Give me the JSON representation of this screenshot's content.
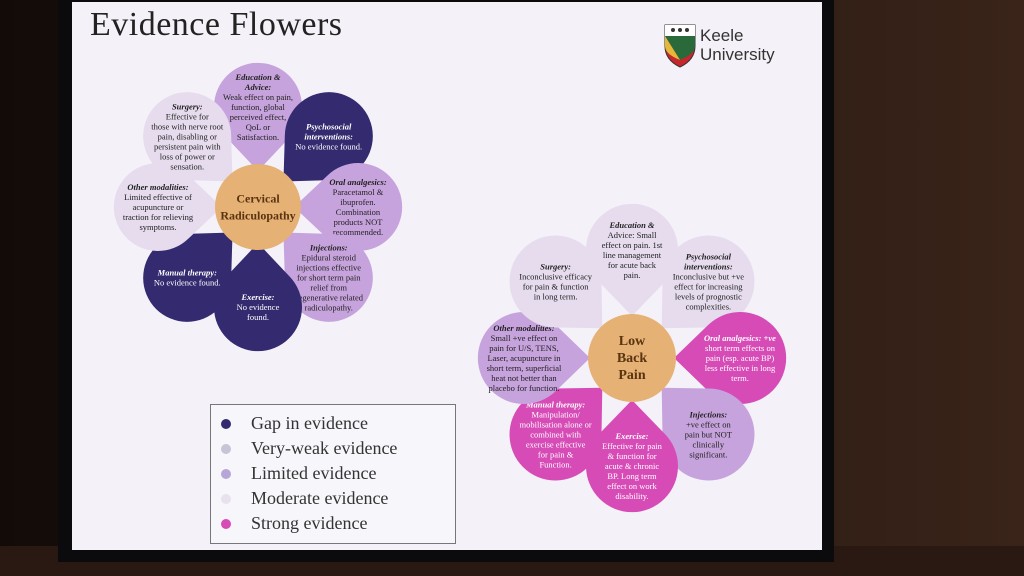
{
  "slide": {
    "title": "Evidence Flowers",
    "university": [
      "Keele",
      "University"
    ]
  },
  "colors": {
    "gap": "#332a6f",
    "very_weak": "#dcd4ea",
    "limited": "#c6a3dc",
    "moderate": "#e6dcee",
    "strong": "#d64bb6",
    "centre": "#e5b175"
  },
  "legend": [
    {
      "label": "Gap in evidence",
      "color": "#332a6f"
    },
    {
      "label": "Very-weak evidence",
      "color": "#c9c3d6"
    },
    {
      "label": "Limited evidence",
      "color": "#b8a6d8"
    },
    {
      "label": "Moderate evidence",
      "color": "#e8e2ee"
    },
    {
      "label": "Strong evidence",
      "color": "#d64bb6"
    }
  ],
  "flowers": [
    {
      "name": "cervical",
      "centre": [
        "Cervical",
        "Radiculopathy"
      ],
      "petals": [
        {
          "id": "education",
          "level": "limited",
          "title": [
            "Education &",
            "Advice:"
          ],
          "text": [
            "Weak effect on pain,",
            "function, global",
            "perceived effect,",
            "QoL or",
            "Satisfaction."
          ]
        },
        {
          "id": "psychosocial",
          "level": "gap",
          "title": [
            "Psychosocial",
            "interventions:"
          ],
          "text": [
            "No evidence found."
          ]
        },
        {
          "id": "oral",
          "level": "limited",
          "title": [
            "Oral analgesics:"
          ],
          "text": [
            "Paracetamol &",
            "ibuprofen.",
            "Combination",
            "products NOT",
            "recommended."
          ]
        },
        {
          "id": "injections",
          "level": "limited",
          "title": [
            "Injections:"
          ],
          "text": [
            "Epidural steroid",
            "injections effective",
            "for short term pain",
            "relief from",
            "degenerative related",
            "radiculopathy."
          ]
        },
        {
          "id": "exercise",
          "level": "gap",
          "title": [
            "Exercise:"
          ],
          "text": [
            "No evidence",
            "found."
          ]
        },
        {
          "id": "manual",
          "level": "gap",
          "title": [
            "Manual therapy:"
          ],
          "text": [
            "No evidence found."
          ]
        },
        {
          "id": "other",
          "level": "moderate",
          "title": [
            "Other modalities:"
          ],
          "text": [
            "Limited effective of",
            "acupuncture or",
            "traction for relieving",
            "symptoms."
          ]
        },
        {
          "id": "surgery",
          "level": "moderate",
          "title": [
            "Surgery:"
          ],
          "text": [
            "Effective for",
            "those with nerve root",
            "pain, disabling or",
            "persistent pain with",
            "loss of power or",
            "sensation."
          ]
        }
      ]
    },
    {
      "name": "low-back-pain",
      "centre": [
        "Low",
        "Back",
        "Pain"
      ],
      "petals": [
        {
          "id": "education",
          "level": "moderate",
          "title": [
            "Education &"
          ],
          "text": [
            "Advice: Small",
            "effect on pain. 1st",
            "line management",
            "for acute back",
            "pain."
          ]
        },
        {
          "id": "psychosocial",
          "level": "moderate",
          "title": [
            "Psychosocial",
            "interventions:"
          ],
          "text": [
            "Inconclusive but +ve",
            "effect for increasing",
            "levels of prognostic",
            "complexities."
          ]
        },
        {
          "id": "oral",
          "level": "strong",
          "title": [
            "Oral analgesics: +ve"
          ],
          "text": [
            "short term effects on",
            "pain (esp. acute BP)",
            "less effective in long",
            "term."
          ]
        },
        {
          "id": "injections",
          "level": "limited",
          "title": [
            "Injections:"
          ],
          "text": [
            "+ve effect on",
            "pain but NOT",
            "clinically",
            "significant."
          ]
        },
        {
          "id": "exercise",
          "level": "strong",
          "title": [
            "Exercise:"
          ],
          "text": [
            "Effective for pain",
            "& function for",
            "acute & chronic",
            "BP. Long term",
            "effect on work",
            "disability."
          ]
        },
        {
          "id": "manual",
          "level": "strong",
          "title": [
            "Manual therapy:"
          ],
          "text": [
            "Manipulation/",
            "mobilisation alone or",
            "combined with",
            "exercise effective",
            "for pain &",
            "Function."
          ]
        },
        {
          "id": "other",
          "level": "limited",
          "title": [
            "Other modalities:"
          ],
          "text": [
            "Small +ve effect on",
            "pain for U/S, TENS,",
            "Laser, acupuncture in",
            "short term, superficial",
            "heat not better than",
            "placebo for function."
          ]
        },
        {
          "id": "surgery",
          "level": "moderate",
          "title": [
            "Surgery:"
          ],
          "text": [
            "Inconclusive efficacy",
            "for pain & function",
            "in long term."
          ]
        }
      ]
    }
  ]
}
